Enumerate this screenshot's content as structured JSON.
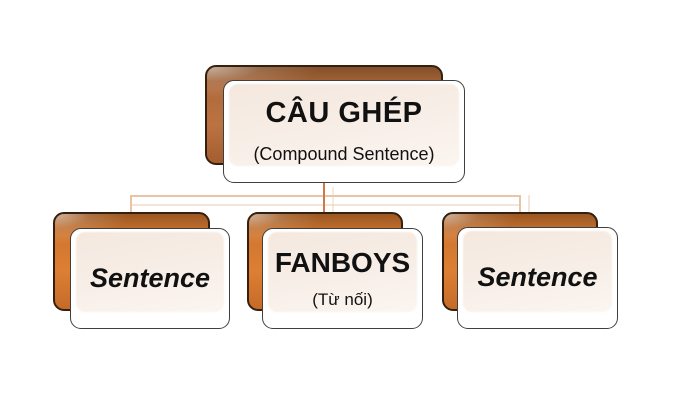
{
  "root": {
    "title": "CÂU GHÉP",
    "subtitle": "(Compound Sentence)"
  },
  "children": {
    "left": {
      "title": "Sentence"
    },
    "middle": {
      "title": "FANBOYS",
      "subtitle": "(Từ nối)"
    },
    "right": {
      "title": "Sentence"
    }
  },
  "colors": {
    "root_shape_orange": "#b0693a",
    "child_shape_orange": "#d0762f",
    "card_fill_cream": "#f4e8de",
    "card_border": "#3f3f3f",
    "shape_border": "#35200f",
    "connector_light": "#e9c5a6",
    "connector_center": "#cf7747",
    "text": "#111111",
    "background": "#ffffff"
  }
}
